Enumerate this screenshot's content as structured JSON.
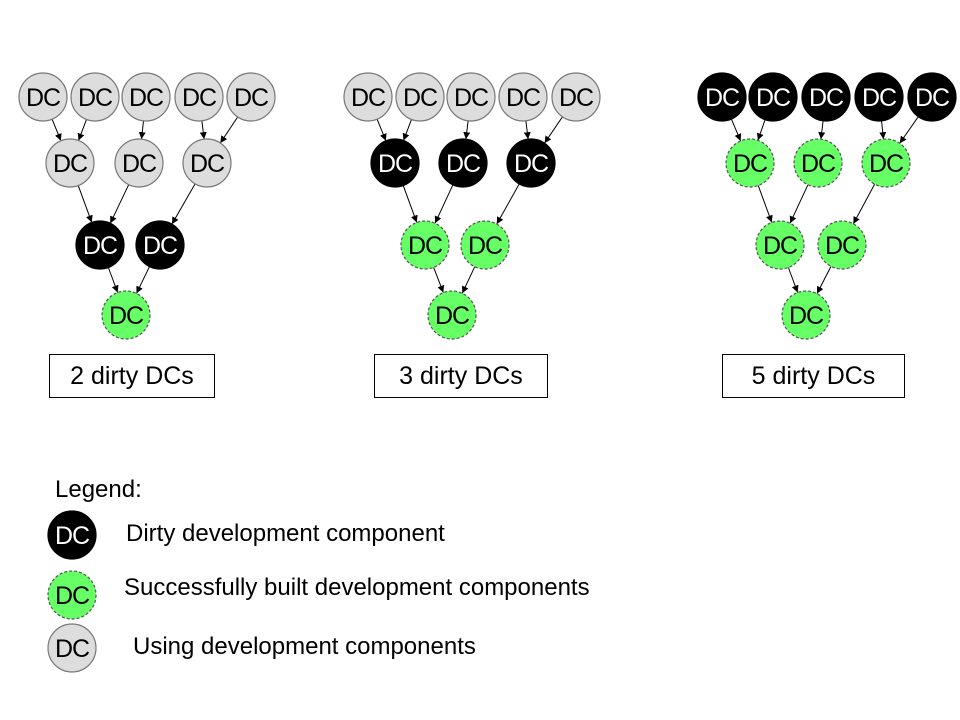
{
  "colors": {
    "dirty_fill": "#000000",
    "dirty_text": "#ffffff",
    "built_fill": "#66ff66",
    "built_border": "#555555",
    "using_fill": "#dddddd",
    "using_border": "#777777",
    "edge": "#000000"
  },
  "node_label": "DC",
  "diagrams": [
    {
      "caption": "2 dirty DCs",
      "rows": [
        [
          "using",
          "using",
          "using",
          "using",
          "using"
        ],
        [
          "using",
          "using",
          "using"
        ],
        [
          "dirty",
          "dirty"
        ],
        [
          "built"
        ]
      ]
    },
    {
      "caption": "3 dirty DCs",
      "rows": [
        [
          "using",
          "using",
          "using",
          "using",
          "using"
        ],
        [
          "dirty",
          "dirty",
          "dirty"
        ],
        [
          "built",
          "built"
        ],
        [
          "built"
        ]
      ]
    },
    {
      "caption": "5 dirty DCs",
      "rows": [
        [
          "dirty",
          "dirty",
          "dirty",
          "dirty",
          "dirty"
        ],
        [
          "built",
          "built",
          "built"
        ],
        [
          "built",
          "built"
        ],
        [
          "built"
        ]
      ]
    }
  ],
  "edges": [
    [
      [
        0,
        0
      ],
      [
        1,
        0
      ]
    ],
    [
      [
        0,
        1
      ],
      [
        1,
        0
      ]
    ],
    [
      [
        0,
        2
      ],
      [
        1,
        1
      ]
    ],
    [
      [
        0,
        3
      ],
      [
        1,
        2
      ]
    ],
    [
      [
        0,
        4
      ],
      [
        1,
        2
      ]
    ],
    [
      [
        1,
        0
      ],
      [
        2,
        0
      ]
    ],
    [
      [
        1,
        1
      ],
      [
        2,
        0
      ]
    ],
    [
      [
        1,
        2
      ],
      [
        2,
        1
      ]
    ],
    [
      [
        2,
        0
      ],
      [
        3,
        0
      ]
    ],
    [
      [
        2,
        1
      ],
      [
        3,
        0
      ]
    ]
  ],
  "legend": {
    "title": "Legend:",
    "items": [
      {
        "state": "dirty",
        "label": "Dirty development component"
      },
      {
        "state": "built",
        "label": "Successfully built development components"
      },
      {
        "state": "using",
        "label": "Using development components"
      }
    ]
  }
}
